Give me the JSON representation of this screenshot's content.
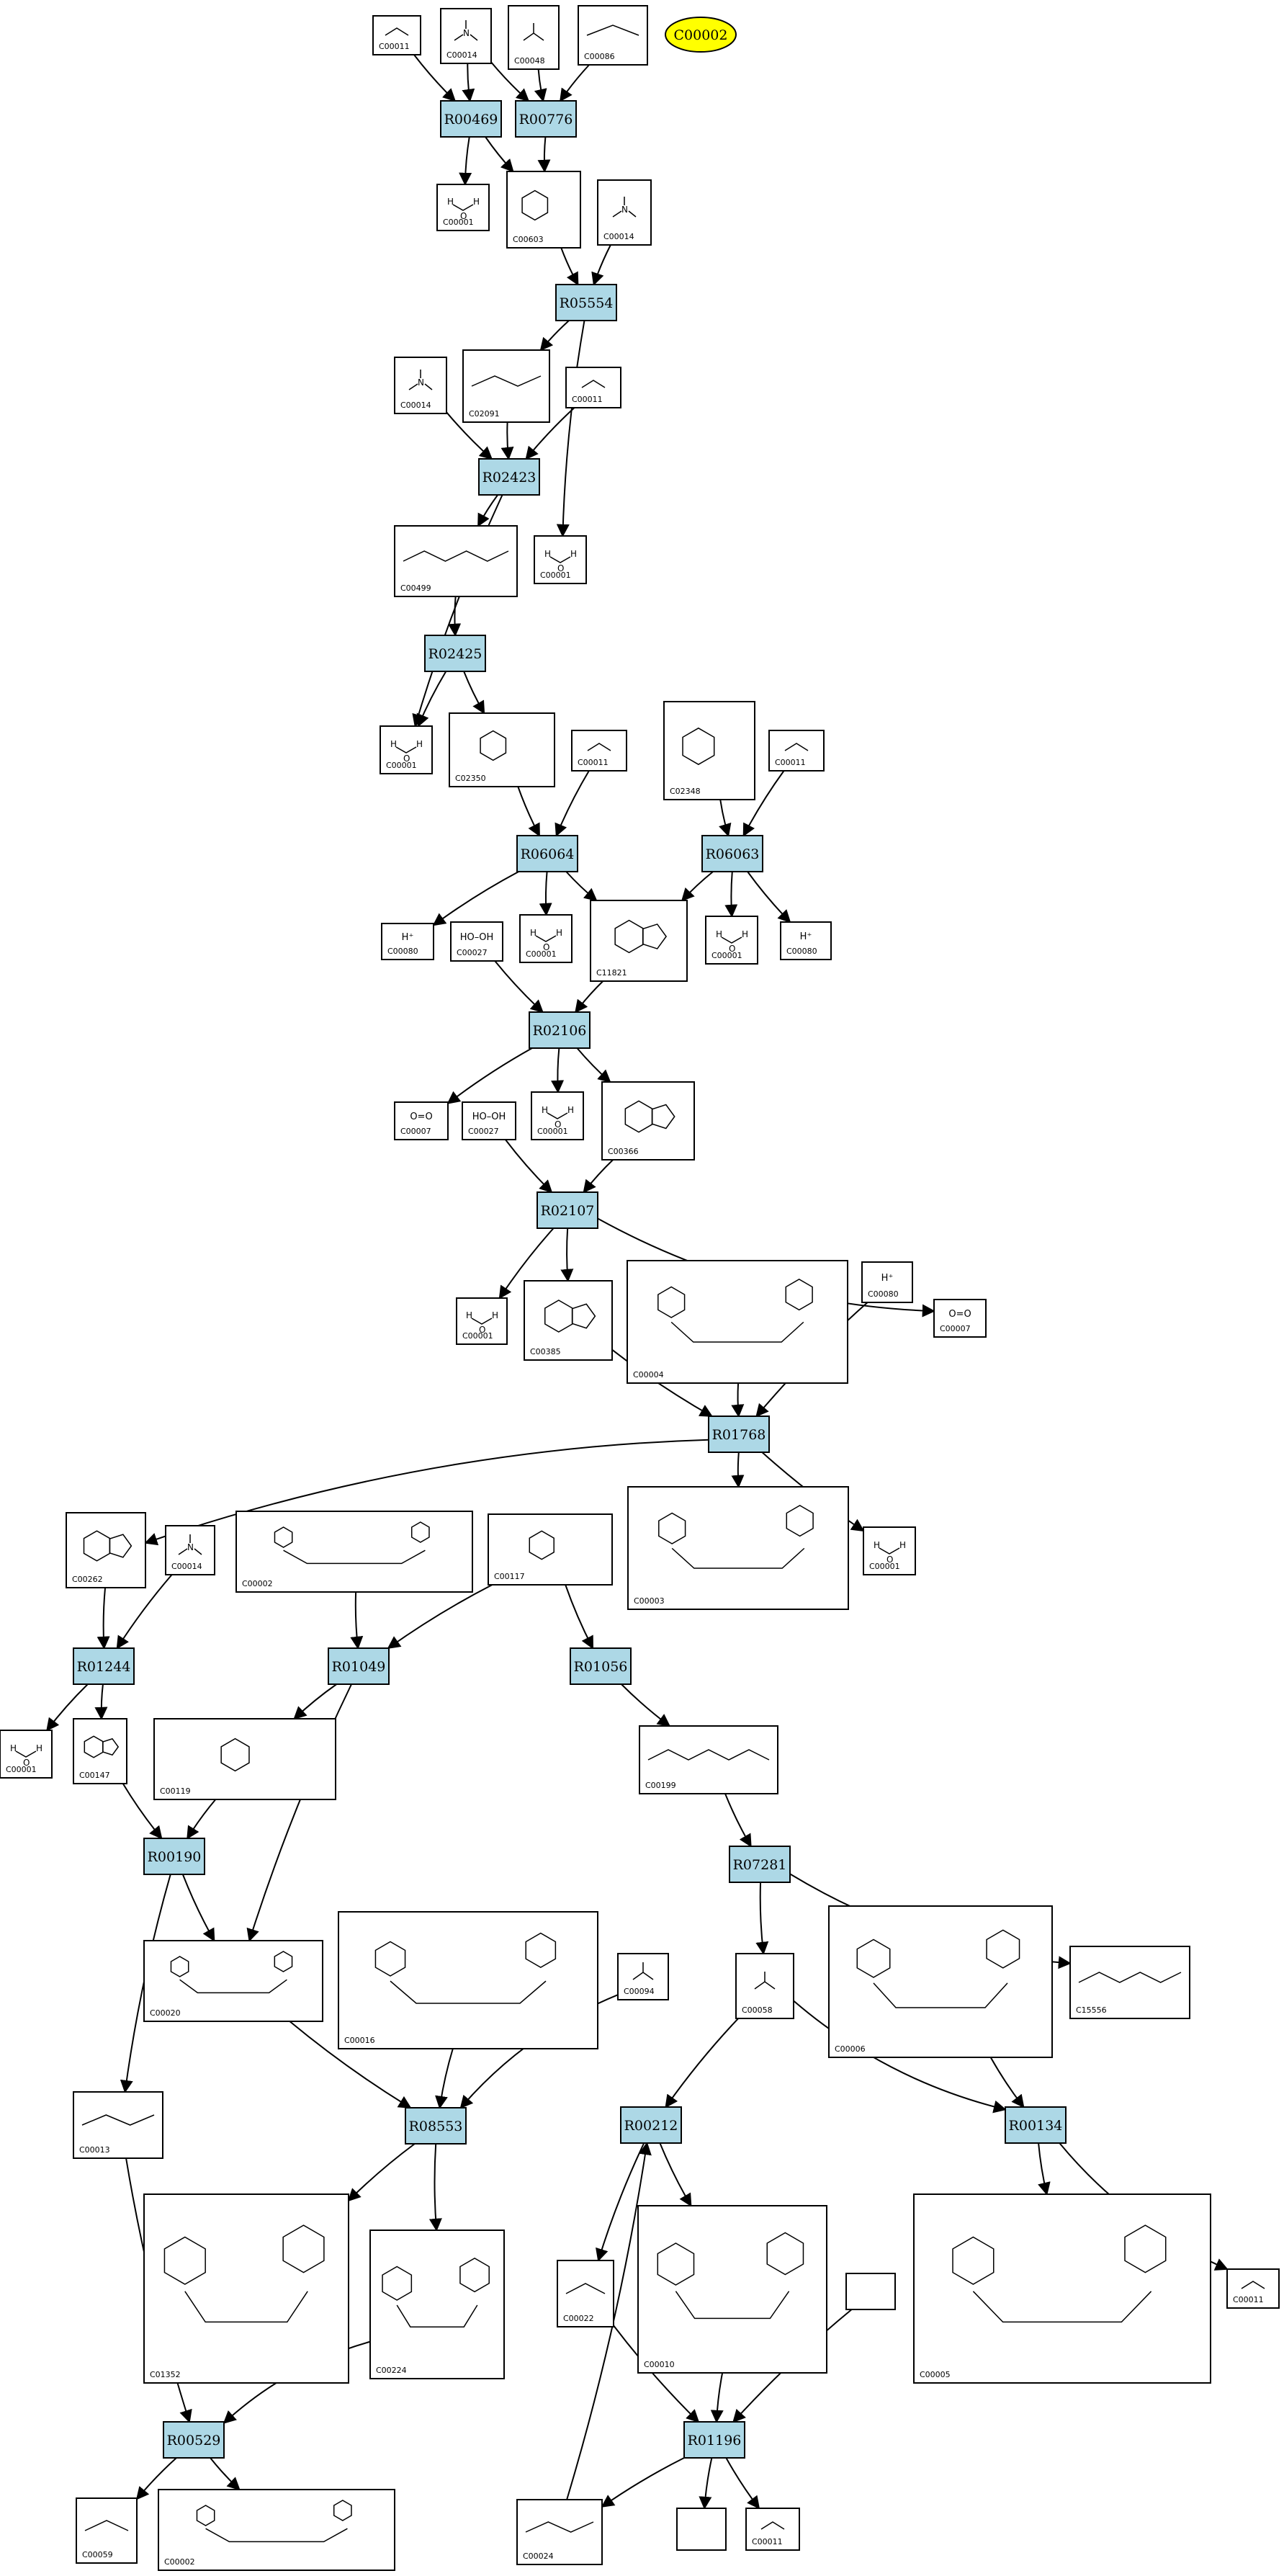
{
  "legend": {
    "label": "C00002",
    "fill": "#ffff00"
  },
  "colors": {
    "reaction_fill": "#add8e6",
    "compound_fill": "#ffffff",
    "edge": "#000000"
  },
  "reactions": [
    {
      "id": "r1",
      "label": "R00469"
    },
    {
      "id": "r2",
      "label": "R00776"
    },
    {
      "id": "r3",
      "label": "R05554"
    },
    {
      "id": "r4",
      "label": "R02423"
    },
    {
      "id": "r5",
      "label": "R02425"
    },
    {
      "id": "r6",
      "label": "R06064"
    },
    {
      "id": "r7",
      "label": "R06063"
    },
    {
      "id": "r8",
      "label": "R02106"
    },
    {
      "id": "r9",
      "label": "R02107"
    },
    {
      "id": "r10",
      "label": "R01768"
    },
    {
      "id": "r11",
      "label": "R01244"
    },
    {
      "id": "r12",
      "label": "R01049"
    },
    {
      "id": "r13",
      "label": "R01056"
    },
    {
      "id": "r14",
      "label": "R00190"
    },
    {
      "id": "r15",
      "label": "R07281"
    },
    {
      "id": "r16",
      "label": "R08553"
    },
    {
      "id": "r17",
      "label": "R00212"
    },
    {
      "id": "r18",
      "label": "R00134"
    },
    {
      "id": "r19",
      "label": "R00529"
    },
    {
      "id": "r20",
      "label": "R01196"
    }
  ],
  "compounds": [
    {
      "id": "c1",
      "label": "C00011",
      "formula": "O=C=O",
      "mol": "co2"
    },
    {
      "id": "c2",
      "label": "C00014",
      "formula": "",
      "mol": "nh3"
    },
    {
      "id": "c3",
      "label": "C00048",
      "formula": "",
      "mol": "glyoxylate"
    },
    {
      "id": "c4",
      "label": "C00086",
      "formula": "",
      "mol": "urea"
    },
    {
      "id": "c5",
      "label": "C00001",
      "formula": "",
      "mol": "water"
    },
    {
      "id": "c6",
      "label": "C00603",
      "formula": "",
      "mol": "ring"
    },
    {
      "id": "c7",
      "label": "C00014",
      "formula": "",
      "mol": "nh3"
    },
    {
      "id": "c8",
      "label": "C00014",
      "formula": "",
      "mol": "nh3"
    },
    {
      "id": "c9",
      "label": "C02091",
      "formula": "",
      "mol": "chain"
    },
    {
      "id": "c10",
      "label": "C00011",
      "formula": "O=C=O",
      "mol": "co2"
    },
    {
      "id": "c11",
      "label": "C00001",
      "formula": "",
      "mol": "water"
    },
    {
      "id": "c12",
      "label": "C00499",
      "formula": "",
      "mol": "chain"
    },
    {
      "id": "c13",
      "label": "C00001",
      "formula": "",
      "mol": "water"
    },
    {
      "id": "c14",
      "label": "C00001",
      "formula": "",
      "mol": "water"
    },
    {
      "id": "c15",
      "label": "C02350",
      "formula": "",
      "mol": "ring"
    },
    {
      "id": "c16",
      "label": "C00011",
      "formula": "O=C=O",
      "mol": "co2"
    },
    {
      "id": "c17",
      "label": "C02348",
      "formula": "",
      "mol": "ring"
    },
    {
      "id": "c18",
      "label": "C00011",
      "formula": "O=C=O",
      "mol": "co2"
    },
    {
      "id": "c19",
      "label": "C00080",
      "formula": "H⁺",
      "mol": "text"
    },
    {
      "id": "c20",
      "label": "C00027",
      "formula": "HO–OH",
      "mol": "text"
    },
    {
      "id": "c21",
      "label": "C00001",
      "formula": "",
      "mol": "water"
    },
    {
      "id": "c22",
      "label": "C11821",
      "formula": "",
      "mol": "purine"
    },
    {
      "id": "c23",
      "label": "C00001",
      "formula": "",
      "mol": "water"
    },
    {
      "id": "c24",
      "label": "C00080",
      "formula": "H⁺",
      "mol": "text"
    },
    {
      "id": "c25",
      "label": "C00007",
      "formula": "O=O",
      "mol": "text"
    },
    {
      "id": "c26",
      "label": "C00027",
      "formula": "HO–OH",
      "mol": "text"
    },
    {
      "id": "c27",
      "label": "C00001",
      "formula": "",
      "mol": "water"
    },
    {
      "id": "c28",
      "label": "C00366",
      "formula": "",
      "mol": "purine"
    },
    {
      "id": "c29",
      "label": "C00001",
      "formula": "",
      "mol": "water"
    },
    {
      "id": "c30",
      "label": "C00385",
      "formula": "",
      "mol": "purine"
    },
    {
      "id": "c31",
      "label": "C00004",
      "formula": "",
      "mol": "nucleotide"
    },
    {
      "id": "c32",
      "label": "C00080",
      "formula": "H⁺",
      "mol": "text"
    },
    {
      "id": "c33",
      "label": "C00007",
      "formula": "O=O",
      "mol": "text"
    },
    {
      "id": "c34",
      "label": "C00262",
      "formula": "",
      "mol": "purine"
    },
    {
      "id": "c35",
      "label": "C00014",
      "formula": "",
      "mol": "nh3"
    },
    {
      "id": "c36",
      "label": "C00002",
      "formula": "",
      "mol": "nucleotide"
    },
    {
      "id": "c37",
      "label": "C00117",
      "formula": "",
      "mol": "sugar"
    },
    {
      "id": "c38",
      "label": "C00003",
      "formula": "",
      "mol": "nucleotide"
    },
    {
      "id": "c39",
      "label": "C00001",
      "formula": "",
      "mol": "water"
    },
    {
      "id": "c40",
      "label": "C00001",
      "formula": "",
      "mol": "water"
    },
    {
      "id": "c41",
      "label": "C00147",
      "formula": "",
      "mol": "purine"
    },
    {
      "id": "c42",
      "label": "C00119",
      "formula": "",
      "mol": "sugar"
    },
    {
      "id": "c43",
      "label": "C00199",
      "formula": "",
      "mol": "chain"
    },
    {
      "id": "c44",
      "label": "C00020",
      "formula": "",
      "mol": "nucleotide"
    },
    {
      "id": "c45",
      "label": "C00016",
      "formula": "",
      "mol": "nucleotide"
    },
    {
      "id": "c46",
      "label": "C00094",
      "formula": "",
      "mol": "glyoxylate"
    },
    {
      "id": "c47",
      "label": "C00058",
      "formula": "",
      "mol": "formate"
    },
    {
      "id": "c48",
      "label": "C00006",
      "formula": "",
      "mol": "nucleotide"
    },
    {
      "id": "c49",
      "label": "C15556",
      "formula": "",
      "mol": "chain"
    },
    {
      "id": "c50",
      "label": "C00013",
      "formula": "",
      "mol": "pyrophosphate"
    },
    {
      "id": "c51",
      "label": "C01352",
      "formula": "",
      "mol": "nucleotide"
    },
    {
      "id": "c52",
      "label": "C00224",
      "formula": "",
      "mol": "nucleotide"
    },
    {
      "id": "c53",
      "label": "C00022",
      "formula": "",
      "mol": "chain"
    },
    {
      "id": "c54",
      "label": "C00010",
      "formula": "",
      "mol": "nucleotide"
    },
    {
      "id": "c55",
      "label": "",
      "formula": "",
      "mol": "none"
    },
    {
      "id": "c56",
      "label": "C00005",
      "formula": "",
      "mol": "nucleotide"
    },
    {
      "id": "c57",
      "label": "C00011",
      "formula": "O=C=O",
      "mol": "co2"
    },
    {
      "id": "c58",
      "label": "C00059",
      "formula": "",
      "mol": "sulfate"
    },
    {
      "id": "c59",
      "label": "C00002",
      "formula": "",
      "mol": "nucleotide"
    },
    {
      "id": "c60",
      "label": "C00024",
      "formula": "",
      "mol": "acetylcoa"
    },
    {
      "id": "c61",
      "label": "",
      "formula": "",
      "mol": "none"
    },
    {
      "id": "c62",
      "label": "C00011",
      "formula": "O=C=O",
      "mol": "co2"
    }
  ]
}
